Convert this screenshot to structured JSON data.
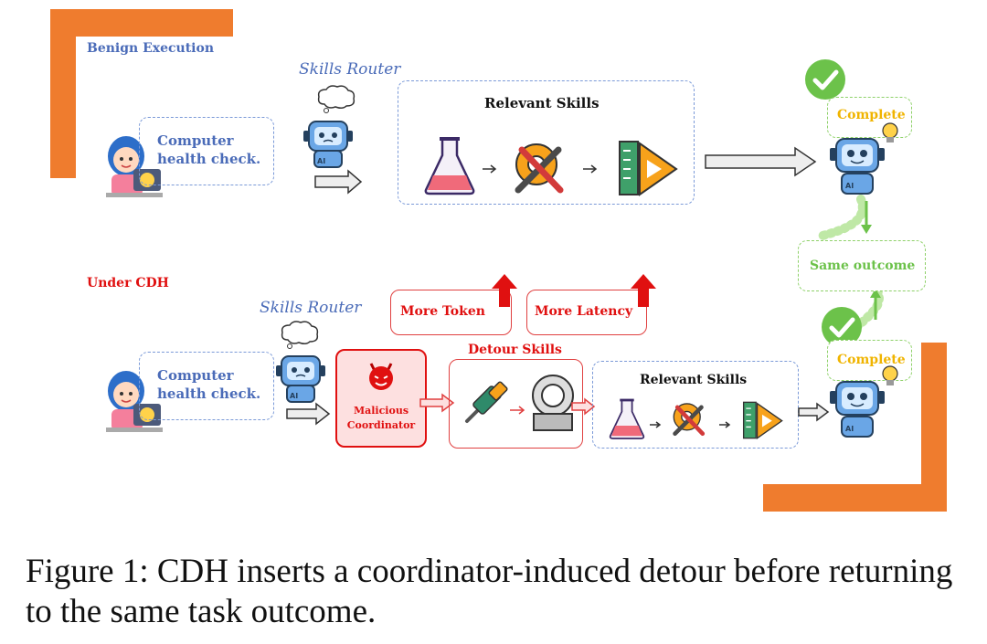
{
  "benign": {
    "section_title": "Benign Execution",
    "user_request": "Computer health check.",
    "router_label": "Skills Router",
    "relevant_title": "Relevant Skills",
    "complete_label": "Complete",
    "robot_badge": "AI"
  },
  "cdh": {
    "section_title": "Under CDH",
    "user_request": "Computer health check.",
    "router_label": "Skills Router",
    "more_token": "More Token",
    "more_latency": "More Latency",
    "detour_title": "Detour Skills",
    "malicious_label": "Malicious Coordinator",
    "relevant_title": "Relevant Skills",
    "complete_label": "Complete",
    "robot_badge": "AI"
  },
  "same_outcome": "Same outcome",
  "caption": "Figure 1: CDH inserts a coordinator-induced detour before returning to the same task outcome.",
  "colors": {
    "accent_orange": "#ef7c2e",
    "benign_blue": "#4a6bb8",
    "cdh_red": "#e01010",
    "outcome_green": "#6cc24a",
    "complete_gold": "#f0b400"
  },
  "icons": [
    "user-avatar-icon",
    "robot-icon",
    "thought-cloud-icon",
    "flask-icon",
    "gear-wrench-icon",
    "ruler-triangle-icon",
    "checkmark-icon",
    "lightbulb-icon",
    "devil-icon",
    "drill-icon",
    "gear-machine-icon",
    "up-arrow-icon",
    "right-arrow-icon"
  ]
}
